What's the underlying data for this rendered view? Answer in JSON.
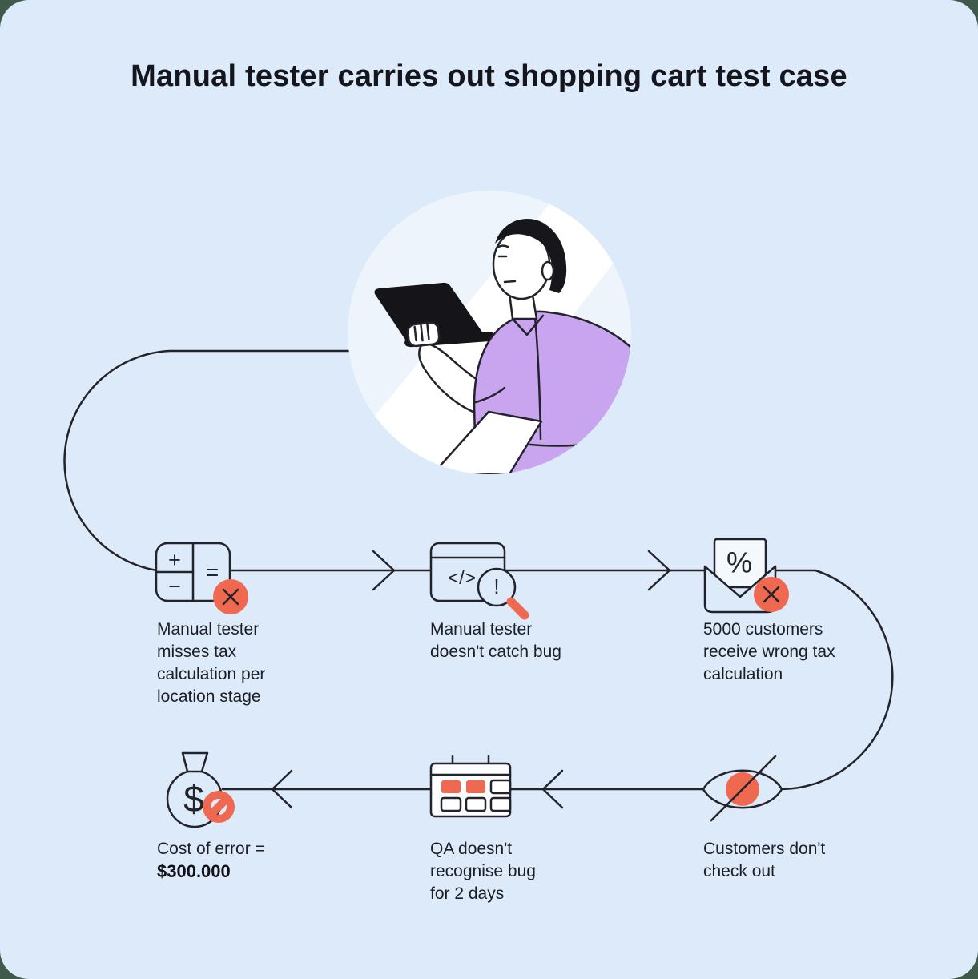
{
  "title": "Manual tester carries out shopping cart test case",
  "colors": {
    "card_background": "#dceaf9",
    "accent_red": "#ef6950",
    "outline": "#23232b",
    "shirt_purple": "#c9a5f0",
    "circle_white": "#ffffff"
  },
  "glyphs": {
    "plus": "+",
    "minus": "−",
    "equals": "=",
    "code": "</>",
    "exclamation": "!",
    "percent": "%",
    "dollar": "$"
  },
  "steps": [
    {
      "icon": "calculator-error",
      "label": "Manual tester misses tax calculation per location stage"
    },
    {
      "icon": "code-review-magnifier",
      "label": "Manual tester doesn't catch bug"
    },
    {
      "icon": "discount-envelope-error",
      "label": "5000 customers receive wrong tax calculation"
    },
    {
      "icon": "eye-blocked",
      "label": "Customers don't check out"
    },
    {
      "icon": "calendar-bug-days",
      "label": "QA doesn't recognise bug for 2 days"
    },
    {
      "icon": "money-bag-blocked",
      "label": "Cost of error =",
      "amount": "$300.000"
    }
  ]
}
